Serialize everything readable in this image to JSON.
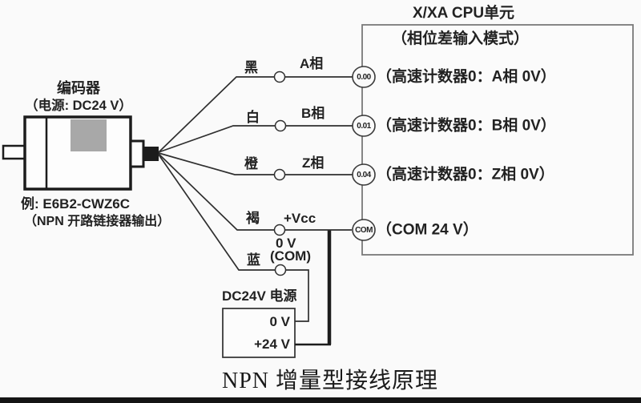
{
  "encoder": {
    "title": "编码器",
    "power": "（电源: DC24 V）",
    "example_line1": "例: E6B2-CWZ6C",
    "example_line2": "（NPN 开路链接器输出）"
  },
  "wires": [
    {
      "color": "黑",
      "signal": "A相",
      "terminal": "0.00",
      "cpu_label": "（高速计数器0：A相 0V）"
    },
    {
      "color": "白",
      "signal": "B相",
      "terminal": "0.01",
      "cpu_label": "（高速计数器0：B相 0V）"
    },
    {
      "color": "橙",
      "signal": "Z相",
      "terminal": "0.04",
      "cpu_label": "（高速计数器0：Z相 0V）"
    },
    {
      "color": "褐",
      "signal": "+Vcc",
      "terminal": "COM",
      "cpu_label": "（COM 24 V）"
    },
    {
      "color": "蓝",
      "signal_line1": "0 V",
      "signal_line2": "(COM)"
    }
  ],
  "cpu": {
    "title": "X/XA CPU单元",
    "mode": "（相位差输入模式）"
  },
  "power_supply": {
    "title": "DC24V 电源",
    "terminal_0v": "0 V",
    "terminal_24v": "+24 V"
  },
  "caption": "NPN 增量型接线原理",
  "colors": {
    "background": "#fafafa",
    "line": "#2f2f2f",
    "cpu_box_stroke": "#7a7a7a",
    "encoder_gray": "#a8a8a8",
    "connector_black": "#1c1c1c",
    "bottom_bar": "#141414"
  }
}
